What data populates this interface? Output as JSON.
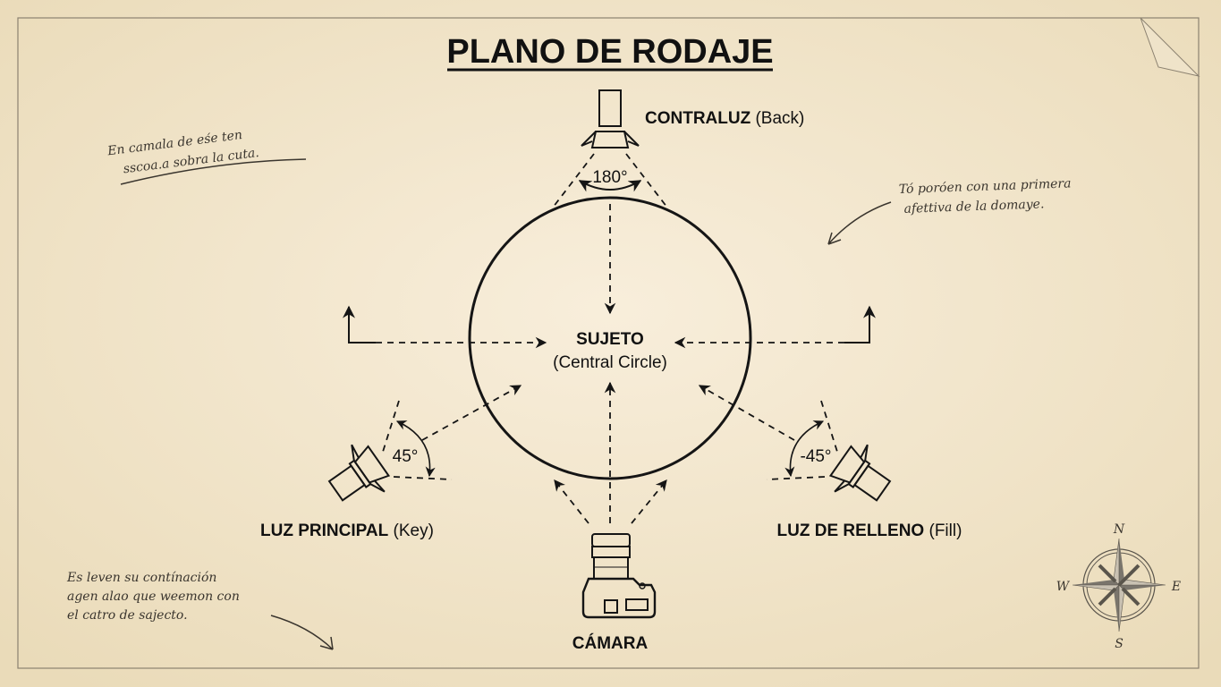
{
  "title": "PLANO DE RODAJE",
  "subject": {
    "label": "SUJETO",
    "sublabel": "(Central Circle)"
  },
  "back_light": {
    "label": "CONTRALUZ",
    "sublabel": "(Back)",
    "angle": "180°"
  },
  "key_light": {
    "label": "LUZ PRINCIPAL",
    "sublabel": "(Key)",
    "angle": "45°"
  },
  "fill_light": {
    "label": "LUZ DE RELLENO",
    "sublabel": "(Fill)",
    "angle": "-45°"
  },
  "camera": {
    "label": "CÁMARA"
  },
  "compass": {
    "n": "N",
    "s": "S",
    "e": "E",
    "w": "W"
  },
  "notes": {
    "top_left": [
      "En camala de eśe ten",
      "sscoa.a sobra la cuta."
    ],
    "top_right": [
      "Tó poróen con una primera",
      "afettiva de la domaye."
    ],
    "bottom_left": [
      "Es leven su contínación",
      "agen alao que weemon con",
      "el catro de sajecto."
    ]
  },
  "colors": {
    "paper": "#f4e9d2",
    "ink": "#151515"
  }
}
